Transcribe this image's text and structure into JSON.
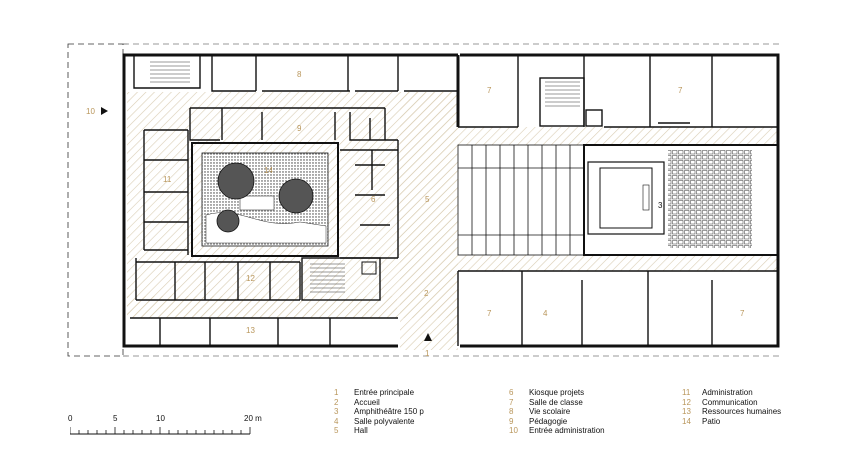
{
  "rooms": {
    "r1": "1",
    "r2": "2",
    "r3": "3",
    "r4": "4",
    "r5": "5",
    "r6": "6",
    "r7": "7",
    "r8": "8",
    "r9": "9",
    "r10": "10",
    "r11": "11",
    "r12": "12",
    "r13": "13",
    "r14": "14"
  },
  "legend": {
    "col1": [
      {
        "num": "1",
        "label": "Entrée principale"
      },
      {
        "num": "2",
        "label": "Accueil"
      },
      {
        "num": "3",
        "label": "Amphithéâtre 150 p"
      },
      {
        "num": "4",
        "label": "Salle polyvalente"
      },
      {
        "num": "5",
        "label": "Hall"
      }
    ],
    "col2": [
      {
        "num": "6",
        "label": "Kiosque projets"
      },
      {
        "num": "7",
        "label": "Salle de classe"
      },
      {
        "num": "8",
        "label": "Vie scolaire"
      },
      {
        "num": "9",
        "label": "Pédagogie"
      },
      {
        "num": "10",
        "label": "Entrée administration"
      }
    ],
    "col3": [
      {
        "num": "11",
        "label": "Administration"
      },
      {
        "num": "12",
        "label": "Communication"
      },
      {
        "num": "13",
        "label": "Ressources humaines"
      },
      {
        "num": "14",
        "label": "Patio"
      }
    ]
  },
  "scale": {
    "ticks": [
      "0",
      "5",
      "10",
      "20 m"
    ],
    "values": [
      0,
      5,
      10,
      20
    ]
  },
  "colors": {
    "accent": "#b9965b",
    "hatch": "#d9cdb3",
    "wall": "#111111"
  }
}
